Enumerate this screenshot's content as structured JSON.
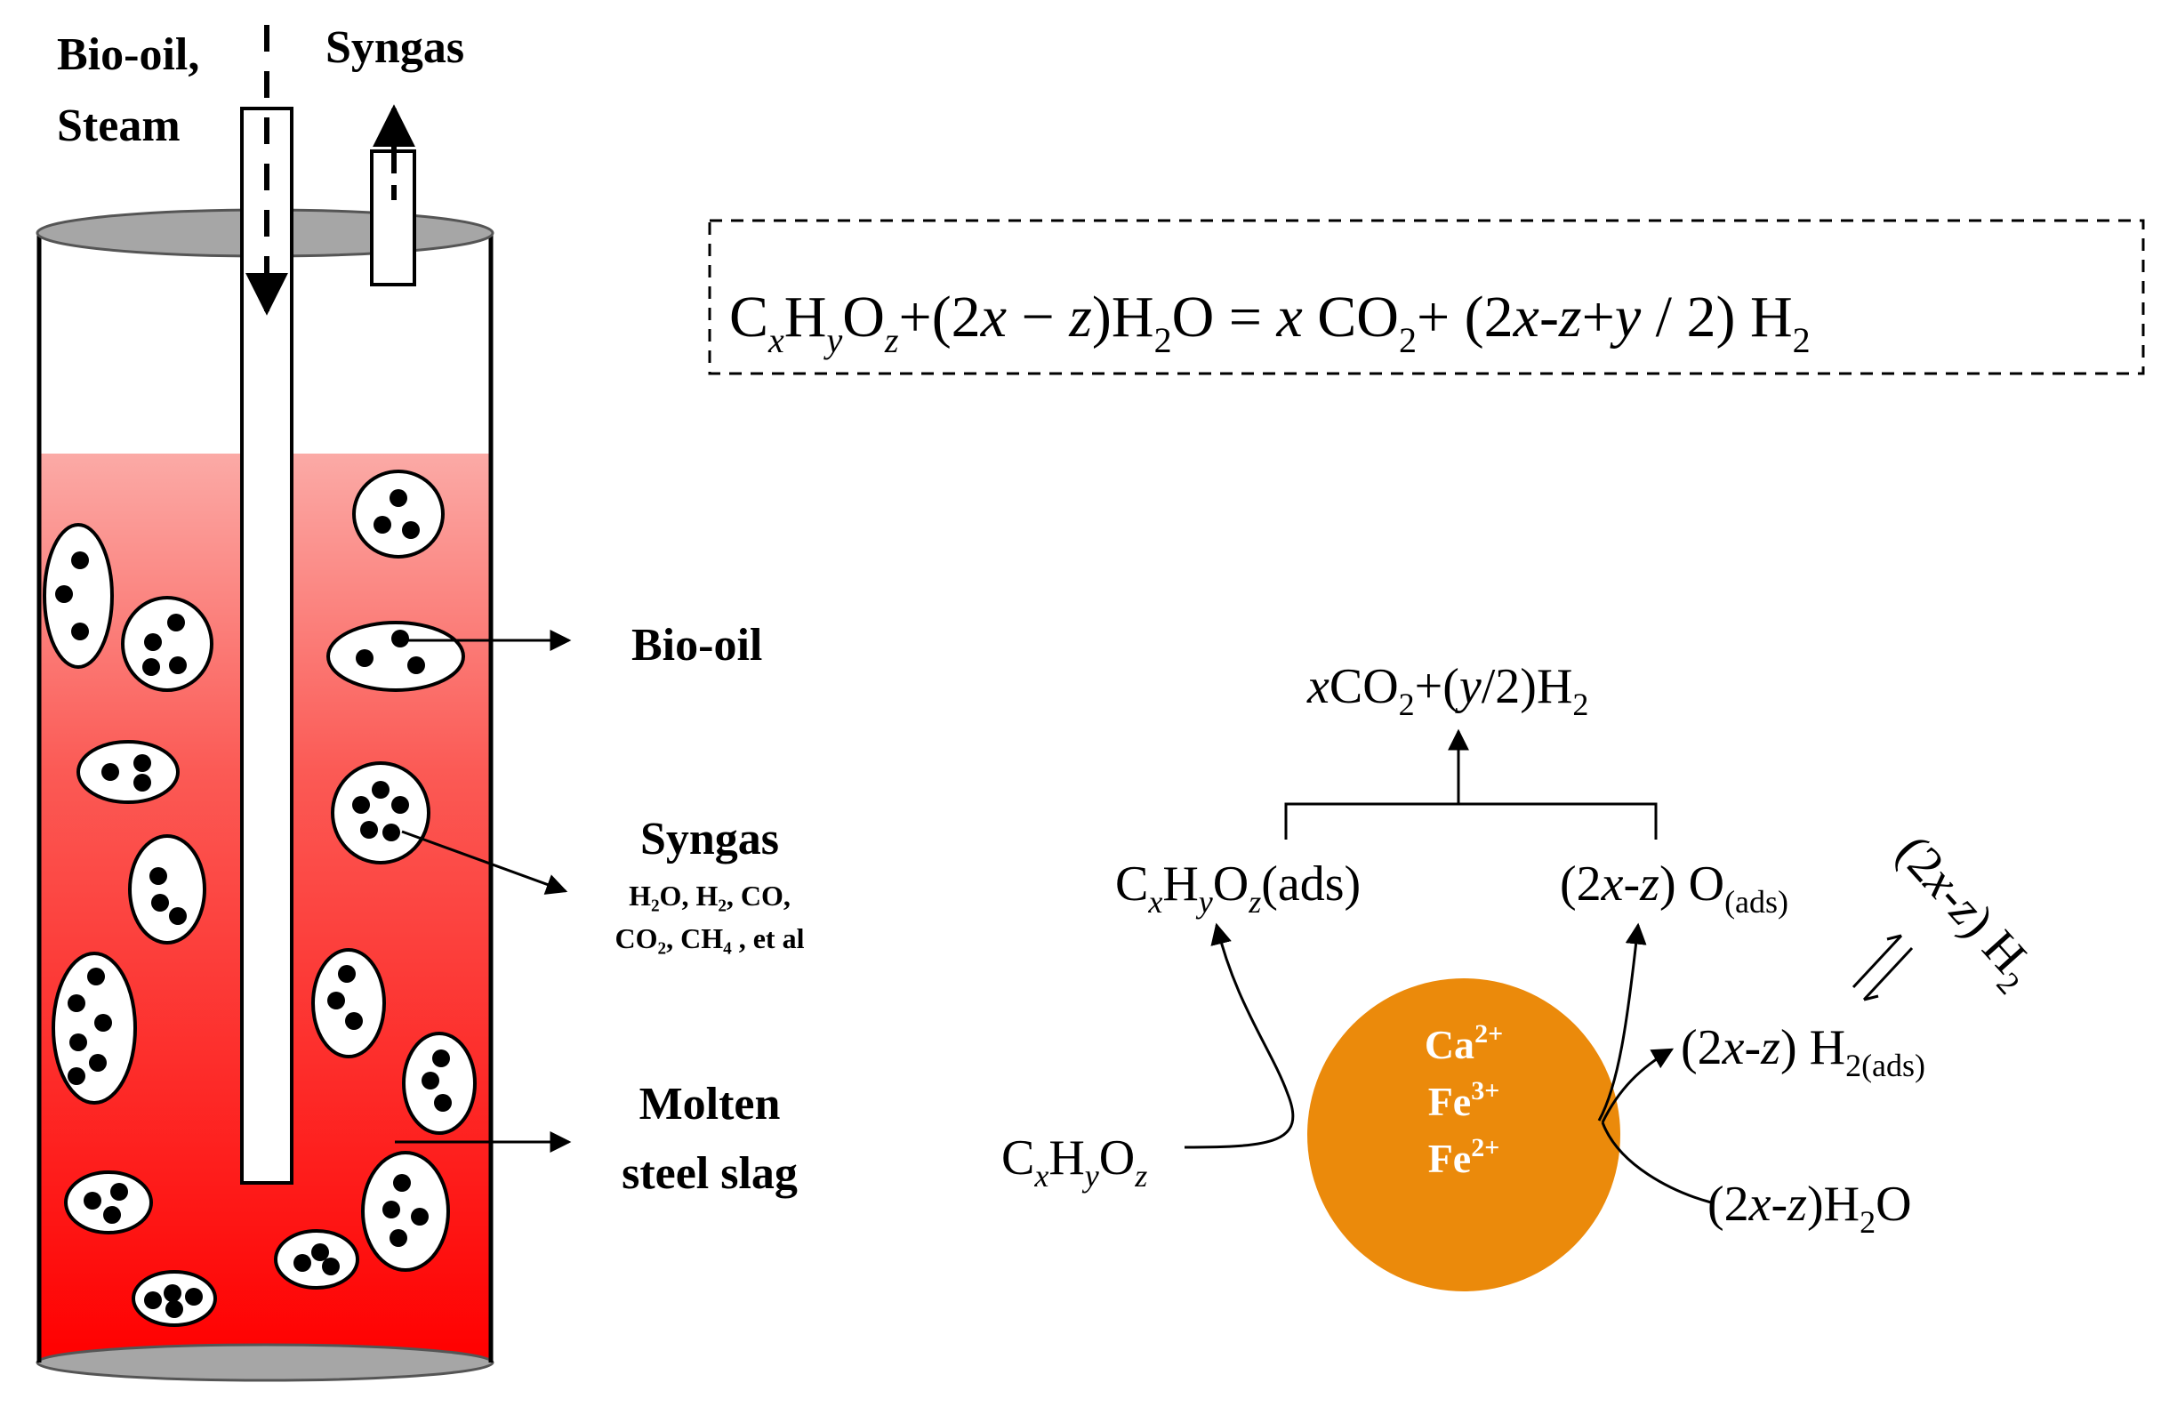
{
  "reactor_labels": {
    "feed_line1": "Bio-oil,",
    "feed_line2": "Steam",
    "outlet": "Syngas",
    "bubble_bio_oil": "Bio-oil",
    "bubble_syngas": "Syngas",
    "syngas_components_1": "H₂O, H₂, CO,",
    "syngas_components_2": "CO₂, CH₄ , et al",
    "slag_line1": "Molten",
    "slag_line2": "steel slag"
  },
  "equation": {
    "part1": "C",
    "x": "x",
    "part2": "H",
    "y": "y",
    "part3": "O",
    "z": "z",
    "part4": "+(2",
    "part5": "x",
    "part6": " − ",
    "part7": "z",
    "part8": ")H",
    "sub2": "2",
    "part9": "O = ",
    "part10": "x",
    "part11": " CO",
    "sub2b": "2",
    "part12": "+ (2",
    "part13": "x",
    "part14": "-",
    "part15": "z",
    "part16": "+",
    "part17": "y",
    "part18": " / 2) H",
    "sub2c": "2"
  },
  "mechanism": {
    "products": {
      "x": "x",
      "co": "CO",
      "two": "2",
      "rest": "+(",
      "y": "y",
      "half": "/2)H",
      "two2": "2"
    },
    "adsorbed_hc": {
      "c": "C",
      "x": "x",
      "h": "H",
      "y": "y",
      "o": "O",
      "z": "z",
      "ads": "(ads)"
    },
    "adsorbed_o": {
      "pre": "(2",
      "x": "x",
      "mid": "-",
      "z": "z",
      "post": ") O",
      "ads": "(ads)"
    },
    "adsorbed_h2": {
      "pre": "(2",
      "x": "x",
      "mid": "-",
      "z": "z",
      "post": ") H",
      "ads": "2(ads)"
    },
    "h2_gas": {
      "pre": "(2",
      "x": "x",
      "mid": "-",
      "z": "z",
      "post": ") H",
      "sub": "2"
    },
    "feed_hc": {
      "c": "C",
      "x": "x",
      "h": "H",
      "y": "y",
      "o": "O",
      "z": "z"
    },
    "water": {
      "pre": "(2",
      "x": "x",
      "mid": "-",
      "z": "z",
      "post": ")H",
      "sub": "2",
      "end": "O"
    },
    "catalyst_ions": [
      {
        "base": "Ca",
        "charge": "2+"
      },
      {
        "base": "Fe",
        "charge": "3+"
      },
      {
        "base": "Fe",
        "charge": "2+"
      }
    ]
  },
  "colors": {
    "slag_top": "#fbaaa6",
    "slag_bottom": "#ff0000",
    "catalyst": "#eb8a0b",
    "lid": "#a6a6a6"
  }
}
